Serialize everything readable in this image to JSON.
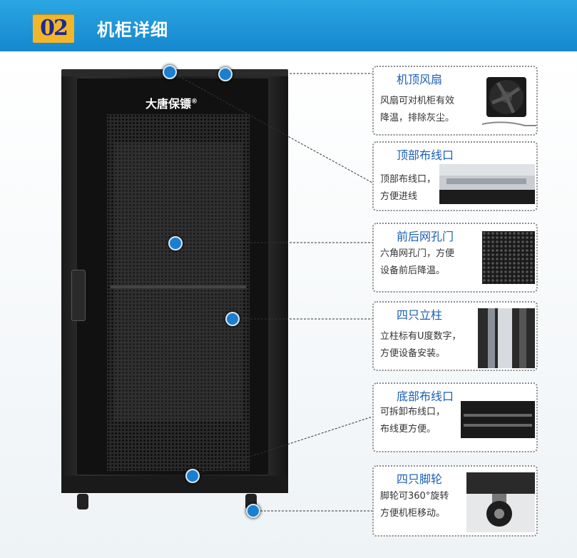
{
  "header": {
    "number": "02",
    "title": "机柜详细"
  },
  "cabinet": {
    "brand": "大唐保镖",
    "brand_mark": "®"
  },
  "features": [
    {
      "title": "机顶风扇",
      "desc": "风扇可对机柜有效\n降温，排除灰尘。",
      "icon": "fan-image"
    },
    {
      "title": "顶部布线口",
      "desc": "顶部布线口，\n方便进线",
      "icon": "top-cable-port-image"
    },
    {
      "title": "前后网孔门",
      "desc": "六角网孔门，方便\n设备前后降温。",
      "icon": "mesh-door-image"
    },
    {
      "title": "四只立柱",
      "desc": "立柱标有U度数字，\n方便设备安装。",
      "icon": "pillar-image"
    },
    {
      "title": "底部布线口",
      "desc": "可拆卸布线口，\n布线更方便。",
      "icon": "bottom-cable-port-image"
    },
    {
      "title": "四只脚轮",
      "desc": "脚轮可360°旋转\n方便机柜移动。",
      "icon": "caster-image"
    }
  ],
  "colors": {
    "header_blue": "#1e96d8",
    "accent_orange": "#f3b52a",
    "title_blue": "#1a5fb4",
    "dot_blue": "#1b7fd0"
  }
}
